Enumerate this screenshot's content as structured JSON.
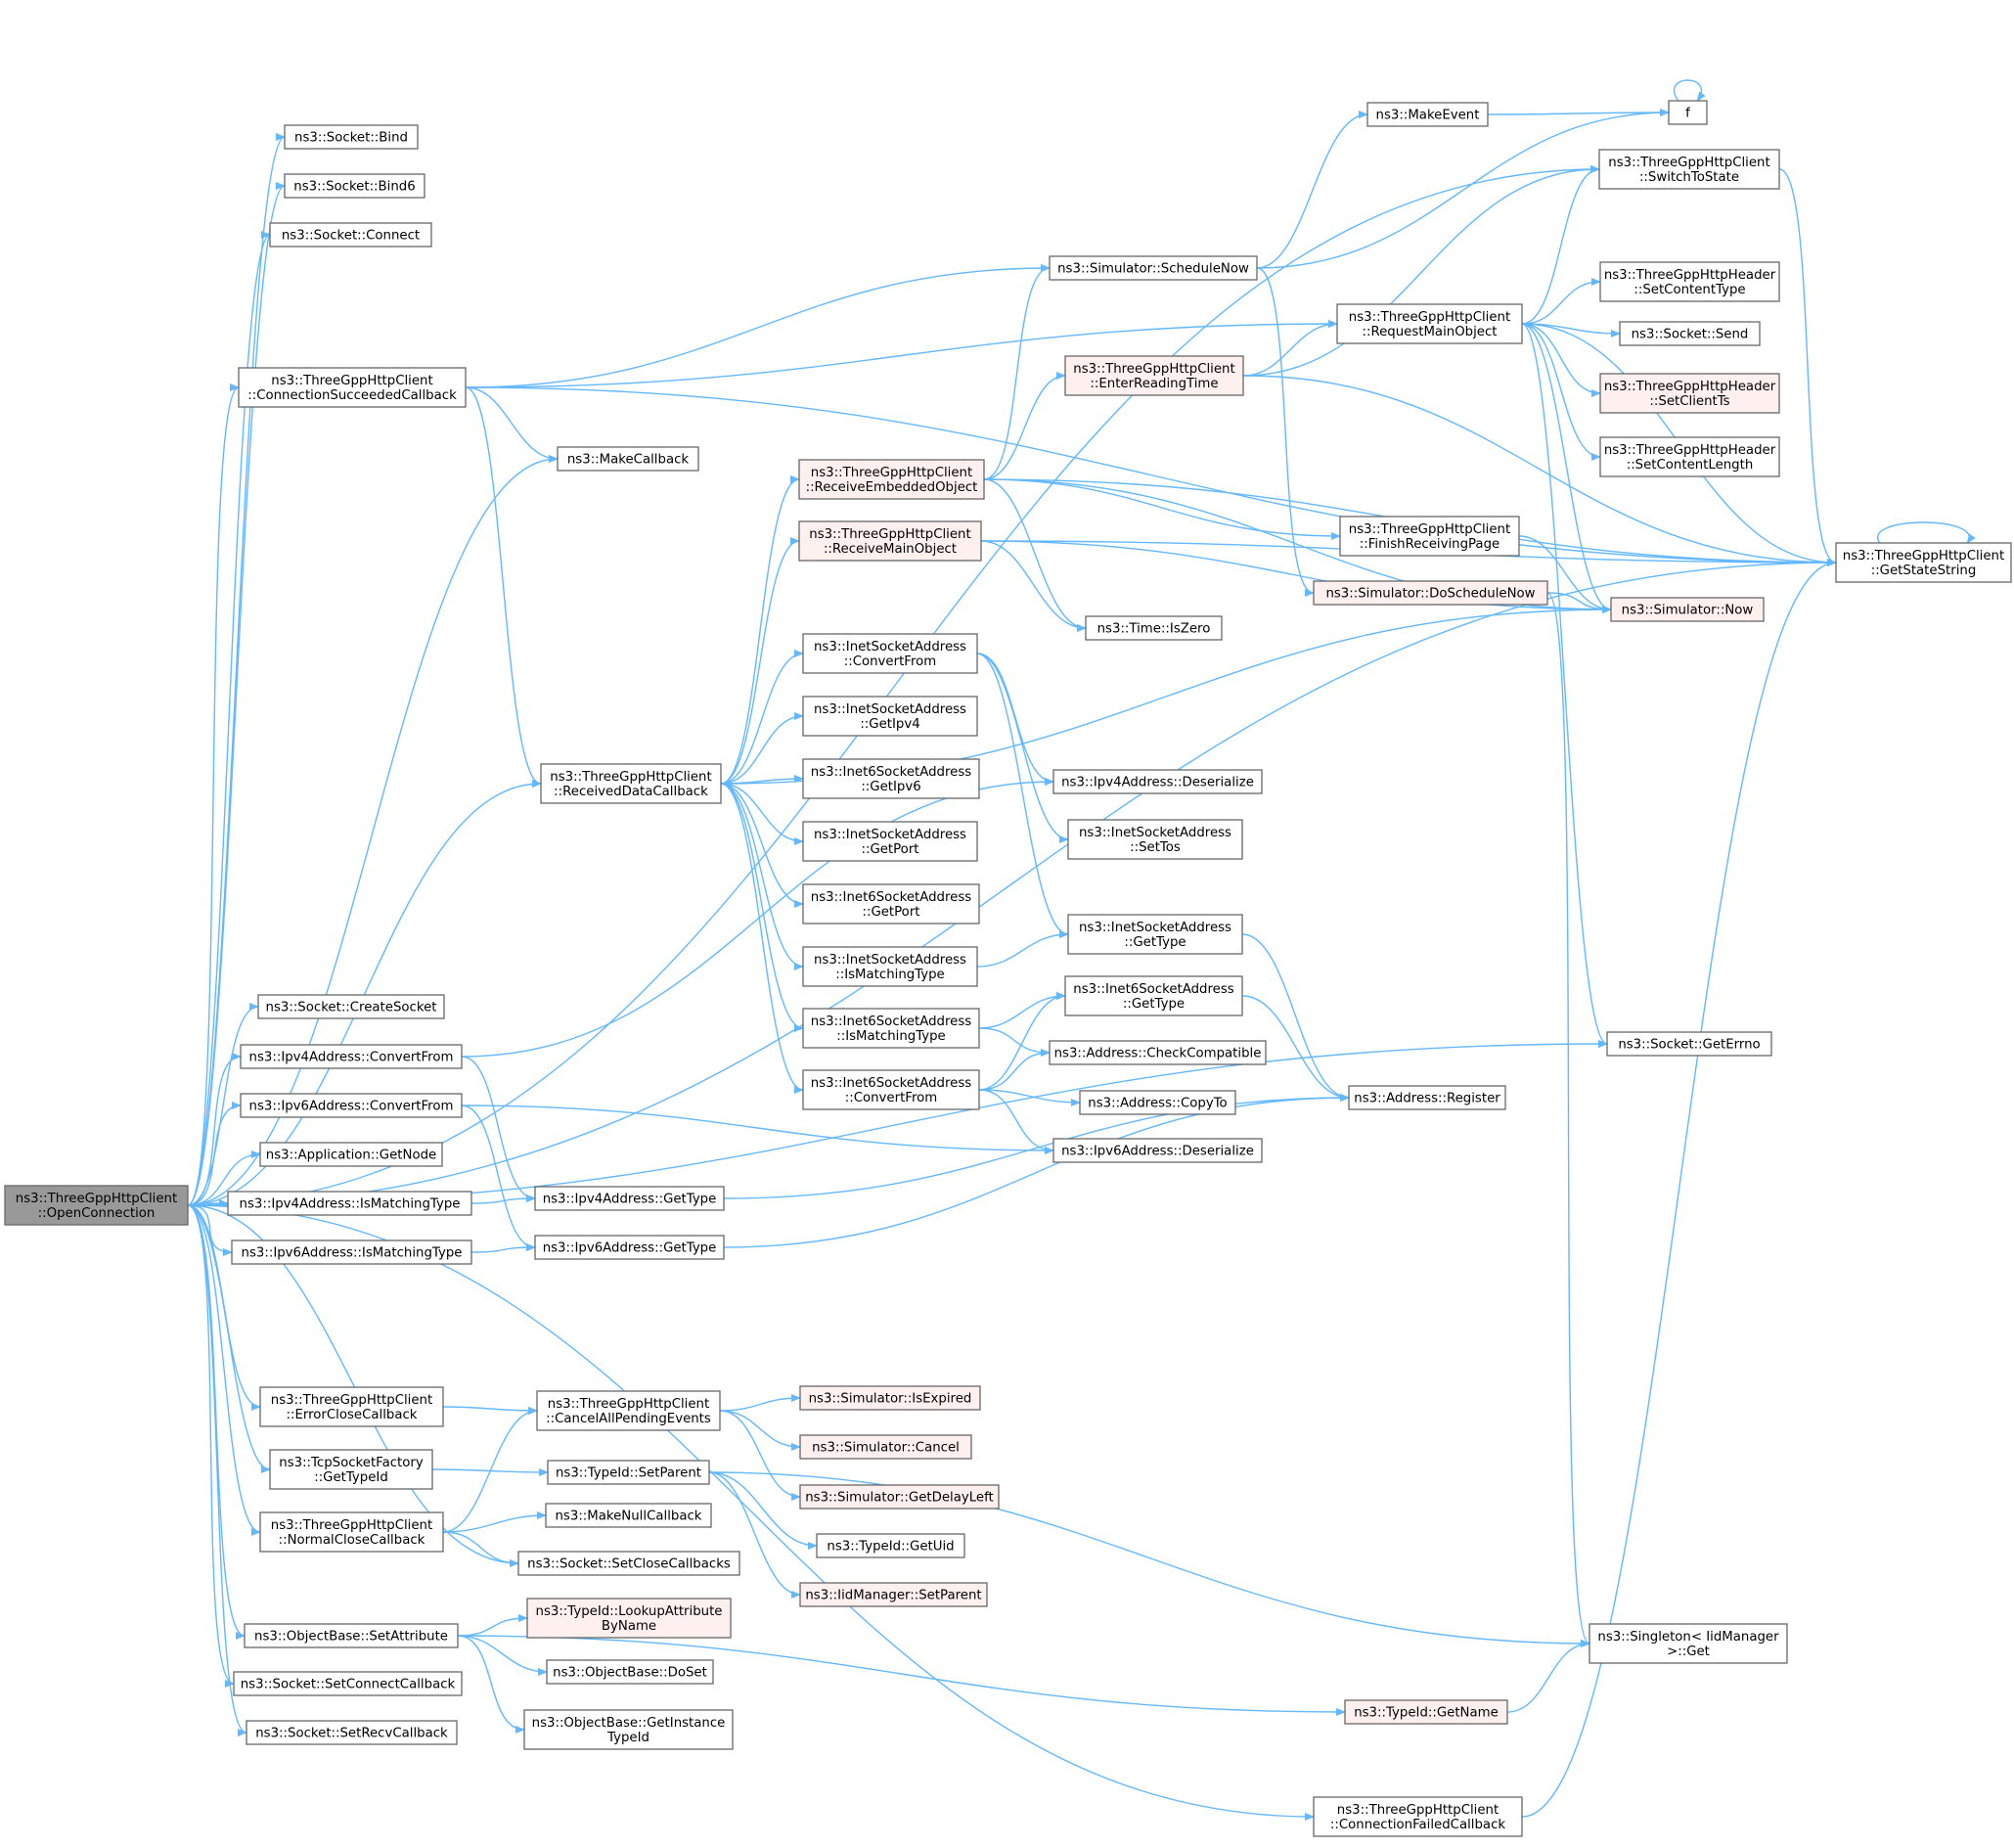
{
  "colors": {
    "edge": "#63b8ff",
    "node_fill": "#ffffff",
    "node_border": "#666666",
    "root_fill": "#999999",
    "root_border": "#666666",
    "truncated_fill": "#fff0f0",
    "truncated_border": "#ff0000"
  },
  "nodes": [
    {
      "id": "open",
      "lines": [
        "ns3::ThreeGppHttpClient",
        "::OpenConnection"
      ],
      "kind": "root"
    },
    {
      "id": "bind",
      "lines": [
        "ns3::Socket::Bind"
      ],
      "kind": "normal"
    },
    {
      "id": "bind6",
      "lines": [
        "ns3::Socket::Bind6"
      ],
      "kind": "normal"
    },
    {
      "id": "connect",
      "lines": [
        "ns3::Socket::Connect"
      ],
      "kind": "normal"
    },
    {
      "id": "connSucc",
      "lines": [
        "ns3::ThreeGppHttpClient",
        "::ConnectionSucceededCallback"
      ],
      "kind": "normal"
    },
    {
      "id": "makeCallback",
      "lines": [
        "ns3::MakeCallback"
      ],
      "kind": "normal"
    },
    {
      "id": "recvData",
      "lines": [
        "ns3::ThreeGppHttpClient",
        "::ReceivedDataCallback"
      ],
      "kind": "normal"
    },
    {
      "id": "createSocket",
      "lines": [
        "ns3::Socket::CreateSocket"
      ],
      "kind": "normal"
    },
    {
      "id": "ipv4Conv",
      "lines": [
        "ns3::Ipv4Address::ConvertFrom"
      ],
      "kind": "normal"
    },
    {
      "id": "ipv6Conv",
      "lines": [
        "ns3::Ipv6Address::ConvertFrom"
      ],
      "kind": "normal"
    },
    {
      "id": "getNode",
      "lines": [
        "ns3::Application::GetNode"
      ],
      "kind": "normal"
    },
    {
      "id": "ipv4IsMatch",
      "lines": [
        "ns3::Ipv4Address::IsMatchingType"
      ],
      "kind": "normal"
    },
    {
      "id": "ipv6IsMatch",
      "lines": [
        "ns3::Ipv6Address::IsMatchingType"
      ],
      "kind": "normal"
    },
    {
      "id": "errClose",
      "lines": [
        "ns3::ThreeGppHttpClient",
        "::ErrorCloseCallback"
      ],
      "kind": "normal"
    },
    {
      "id": "tcpFactory",
      "lines": [
        "ns3::TcpSocketFactory",
        "::GetTypeId"
      ],
      "kind": "normal"
    },
    {
      "id": "normClose",
      "lines": [
        "ns3::ThreeGppHttpClient",
        "::NormalCloseCallback"
      ],
      "kind": "normal"
    },
    {
      "id": "setAttr",
      "lines": [
        "ns3::ObjectBase::SetAttribute"
      ],
      "kind": "normal"
    },
    {
      "id": "setConnCb",
      "lines": [
        "ns3::Socket::SetConnectCallback"
      ],
      "kind": "normal"
    },
    {
      "id": "setRecvCb",
      "lines": [
        "ns3::Socket::SetRecvCallback"
      ],
      "kind": "normal"
    },
    {
      "id": "recvEmb",
      "lines": [
        "ns3::ThreeGppHttpClient",
        "::ReceiveEmbeddedObject"
      ],
      "kind": "truncated"
    },
    {
      "id": "recvMain",
      "lines": [
        "ns3::ThreeGppHttpClient",
        "::ReceiveMainObject"
      ],
      "kind": "truncated"
    },
    {
      "id": "inetConv",
      "lines": [
        "ns3::InetSocketAddress",
        "::ConvertFrom"
      ],
      "kind": "normal"
    },
    {
      "id": "inetGetIpv4",
      "lines": [
        "ns3::InetSocketAddress",
        "::GetIpv4"
      ],
      "kind": "normal"
    },
    {
      "id": "inet6GetIpv6",
      "lines": [
        "ns3::Inet6SocketAddress",
        "::GetIpv6"
      ],
      "kind": "normal"
    },
    {
      "id": "inetGetPort",
      "lines": [
        "ns3::InetSocketAddress",
        "::GetPort"
      ],
      "kind": "normal"
    },
    {
      "id": "inet6GetPort",
      "lines": [
        "ns3::Inet6SocketAddress",
        "::GetPort"
      ],
      "kind": "normal"
    },
    {
      "id": "inetIsMatch",
      "lines": [
        "ns3::InetSocketAddress",
        "::IsMatchingType"
      ],
      "kind": "normal"
    },
    {
      "id": "inet6IsMatch",
      "lines": [
        "ns3::Inet6SocketAddress",
        "::IsMatchingType"
      ],
      "kind": "normal"
    },
    {
      "id": "inet6Conv",
      "lines": [
        "ns3::Inet6SocketAddress",
        "::ConvertFrom"
      ],
      "kind": "normal"
    },
    {
      "id": "ipv4GetType",
      "lines": [
        "ns3::Ipv4Address::GetType"
      ],
      "kind": "normal"
    },
    {
      "id": "ipv6GetType",
      "lines": [
        "ns3::Ipv6Address::GetType"
      ],
      "kind": "normal"
    },
    {
      "id": "cancelAll",
      "lines": [
        "ns3::ThreeGppHttpClient",
        "::CancelAllPendingEvents"
      ],
      "kind": "normal"
    },
    {
      "id": "typeSetParent",
      "lines": [
        "ns3::TypeId::SetParent"
      ],
      "kind": "normal"
    },
    {
      "id": "makeNullCb",
      "lines": [
        "ns3::MakeNullCallback"
      ],
      "kind": "normal"
    },
    {
      "id": "setCloseCbs",
      "lines": [
        "ns3::Socket::SetCloseCallbacks"
      ],
      "kind": "normal"
    },
    {
      "id": "lookupAttr",
      "lines": [
        "ns3::TypeId::LookupAttribute",
        "ByName"
      ],
      "kind": "truncated"
    },
    {
      "id": "doSet",
      "lines": [
        "ns3::ObjectBase::DoSet"
      ],
      "kind": "normal"
    },
    {
      "id": "getInstTypeId",
      "lines": [
        "ns3::ObjectBase::GetInstance",
        "TypeId"
      ],
      "kind": "normal"
    },
    {
      "id": "schedNow",
      "lines": [
        "ns3::Simulator::ScheduleNow"
      ],
      "kind": "normal"
    },
    {
      "id": "makeEvent",
      "lines": [
        "ns3::MakeEvent"
      ],
      "kind": "normal"
    },
    {
      "id": "enterRead",
      "lines": [
        "ns3::ThreeGppHttpClient",
        "::EnterReadingTime"
      ],
      "kind": "truncated"
    },
    {
      "id": "finishRecv",
      "lines": [
        "ns3::ThreeGppHttpClient",
        "::FinishReceivingPage"
      ],
      "kind": "normal"
    },
    {
      "id": "doSchedNow",
      "lines": [
        "ns3::Simulator::DoScheduleNow"
      ],
      "kind": "truncated"
    },
    {
      "id": "isZero",
      "lines": [
        "ns3::Time::IsZero"
      ],
      "kind": "normal"
    },
    {
      "id": "ipv4Deser",
      "lines": [
        "ns3::Ipv4Address::Deserialize"
      ],
      "kind": "normal"
    },
    {
      "id": "inetSetTos",
      "lines": [
        "ns3::InetSocketAddress",
        "::SetTos"
      ],
      "kind": "normal"
    },
    {
      "id": "inetGetType",
      "lines": [
        "ns3::InetSocketAddress",
        "::GetType"
      ],
      "kind": "normal"
    },
    {
      "id": "inet6GetType",
      "lines": [
        "ns3::Inet6SocketAddress",
        "::GetType"
      ],
      "kind": "normal"
    },
    {
      "id": "checkCompat",
      "lines": [
        "ns3::Address::CheckCompatible"
      ],
      "kind": "normal"
    },
    {
      "id": "copyTo",
      "lines": [
        "ns3::Address::CopyTo"
      ],
      "kind": "normal"
    },
    {
      "id": "ipv6Deser",
      "lines": [
        "ns3::Ipv6Address::Deserialize"
      ],
      "kind": "normal"
    },
    {
      "id": "isExpired",
      "lines": [
        "ns3::Simulator::IsExpired"
      ],
      "kind": "truncated"
    },
    {
      "id": "simCancel",
      "lines": [
        "ns3::Simulator::Cancel"
      ],
      "kind": "truncated"
    },
    {
      "id": "getDelayLeft",
      "lines": [
        "ns3::Simulator::GetDelayLeft"
      ],
      "kind": "truncated"
    },
    {
      "id": "getUid",
      "lines": [
        "ns3::TypeId::GetUid"
      ],
      "kind": "normal"
    },
    {
      "id": "iidSetParent",
      "lines": [
        "ns3::IidManager::SetParent"
      ],
      "kind": "truncated"
    },
    {
      "id": "typeGetName",
      "lines": [
        "ns3::TypeId::GetName"
      ],
      "kind": "truncated"
    },
    {
      "id": "connFailed",
      "lines": [
        "ns3::ThreeGppHttpClient",
        "::ConnectionFailedCallback"
      ],
      "kind": "normal"
    },
    {
      "id": "f",
      "lines": [
        "f"
      ],
      "kind": "normal"
    },
    {
      "id": "reqMain",
      "lines": [
        "ns3::ThreeGppHttpClient",
        "::RequestMainObject"
      ],
      "kind": "normal"
    },
    {
      "id": "simNow",
      "lines": [
        "ns3::Simulator::Now"
      ],
      "kind": "truncated"
    },
    {
      "id": "addrRegister",
      "lines": [
        "ns3::Address::Register"
      ],
      "kind": "normal"
    },
    {
      "id": "switchState",
      "lines": [
        "ns3::ThreeGppHttpClient",
        "::SwitchToState"
      ],
      "kind": "normal"
    },
    {
      "id": "setContentType",
      "lines": [
        "ns3::ThreeGppHttpHeader",
        "::SetContentType"
      ],
      "kind": "normal"
    },
    {
      "id": "sockSend",
      "lines": [
        "ns3::Socket::Send"
      ],
      "kind": "normal"
    },
    {
      "id": "setClientTs",
      "lines": [
        "ns3::ThreeGppHttpHeader",
        "::SetClientTs"
      ],
      "kind": "truncated"
    },
    {
      "id": "setContentLen",
      "lines": [
        "ns3::ThreeGppHttpHeader",
        "::SetContentLength"
      ],
      "kind": "normal"
    },
    {
      "id": "getStateStr",
      "lines": [
        "ns3::ThreeGppHttpClient",
        "::GetStateString"
      ],
      "kind": "normal"
    },
    {
      "id": "getErrno",
      "lines": [
        "ns3::Socket::GetErrno"
      ],
      "kind": "normal"
    },
    {
      "id": "singletonGet",
      "lines": [
        "ns3::Singleton< IidManager",
        ">::Get"
      ],
      "kind": "normal"
    }
  ],
  "edges": [
    [
      "open",
      "bind"
    ],
    [
      "open",
      "bind6"
    ],
    [
      "open",
      "connect"
    ],
    [
      "open",
      "switchState"
    ],
    [
      "open",
      "connSucc"
    ],
    [
      "open",
      "makeCallback"
    ],
    [
      "open",
      "recvData"
    ],
    [
      "open",
      "createSocket"
    ],
    [
      "open",
      "ipv4Conv"
    ],
    [
      "open",
      "ipv6Conv"
    ],
    [
      "open",
      "getNode"
    ],
    [
      "open",
      "ipv4IsMatch"
    ],
    [
      "open",
      "ipv6IsMatch"
    ],
    [
      "open",
      "getErrno"
    ],
    [
      "open",
      "getStateStr"
    ],
    [
      "open",
      "errClose"
    ],
    [
      "open",
      "tcpFactory"
    ],
    [
      "open",
      "normClose"
    ],
    [
      "open",
      "setCloseCbs"
    ],
    [
      "open",
      "setAttr"
    ],
    [
      "open",
      "setConnCb"
    ],
    [
      "open",
      "setRecvCb"
    ],
    [
      "open",
      "connFailed"
    ],
    [
      "connSucc",
      "getStateStr"
    ],
    [
      "connSucc",
      "schedNow"
    ],
    [
      "connSucc",
      "reqMain"
    ],
    [
      "connSucc",
      "makeCallback"
    ],
    [
      "connSucc",
      "recvData"
    ],
    [
      "recvData",
      "recvEmb"
    ],
    [
      "recvData",
      "recvMain"
    ],
    [
      "recvData",
      "inetConv"
    ],
    [
      "recvData",
      "inetGetIpv4"
    ],
    [
      "recvData",
      "inet6GetIpv6"
    ],
    [
      "recvData",
      "inetGetPort"
    ],
    [
      "recvData",
      "inet6GetPort"
    ],
    [
      "recvData",
      "inetIsMatch"
    ],
    [
      "recvData",
      "inet6IsMatch"
    ],
    [
      "recvData",
      "inet6Conv"
    ],
    [
      "recvData",
      "simNow"
    ],
    [
      "recvEmb",
      "schedNow"
    ],
    [
      "recvEmb",
      "enterRead"
    ],
    [
      "recvEmb",
      "finishRecv"
    ],
    [
      "recvEmb",
      "isZero"
    ],
    [
      "recvEmb",
      "simNow"
    ],
    [
      "recvEmb",
      "getStateStr"
    ],
    [
      "recvMain",
      "isZero"
    ],
    [
      "recvMain",
      "simNow"
    ],
    [
      "recvMain",
      "getStateStr"
    ],
    [
      "schedNow",
      "makeEvent"
    ],
    [
      "schedNow",
      "f"
    ],
    [
      "schedNow",
      "doSchedNow"
    ],
    [
      "makeEvent",
      "f"
    ],
    [
      "f",
      "f"
    ],
    [
      "enterRead",
      "switchState"
    ],
    [
      "enterRead",
      "reqMain"
    ],
    [
      "enterRead",
      "getStateStr"
    ],
    [
      "reqMain",
      "switchState"
    ],
    [
      "reqMain",
      "getStateStr"
    ],
    [
      "reqMain",
      "setContentType"
    ],
    [
      "reqMain",
      "sockSend"
    ],
    [
      "reqMain",
      "setClientTs"
    ],
    [
      "reqMain",
      "setContentLen"
    ],
    [
      "reqMain",
      "simNow"
    ],
    [
      "reqMain",
      "getErrno"
    ],
    [
      "finishRecv",
      "simNow"
    ],
    [
      "doSchedNow",
      "simNow"
    ],
    [
      "doSchedNow",
      "singletonGet"
    ],
    [
      "switchState",
      "getStateStr"
    ],
    [
      "getStateStr",
      "getStateStr"
    ],
    [
      "inetConv",
      "ipv4Deser"
    ],
    [
      "inetConv",
      "inetSetTos"
    ],
    [
      "inetConv",
      "inetGetType"
    ],
    [
      "inetIsMatch",
      "inetGetType"
    ],
    [
      "inet6IsMatch",
      "inet6GetType"
    ],
    [
      "inet6IsMatch",
      "checkCompat"
    ],
    [
      "inet6Conv",
      "inet6GetType"
    ],
    [
      "inet6Conv",
      "checkCompat"
    ],
    [
      "inet6Conv",
      "copyTo"
    ],
    [
      "inet6Conv",
      "ipv6Deser"
    ],
    [
      "inetGetType",
      "addrRegister"
    ],
    [
      "inet6GetType",
      "addrRegister"
    ],
    [
      "ipv4Conv",
      "ipv4Deser"
    ],
    [
      "ipv4Conv",
      "ipv4GetType"
    ],
    [
      "ipv6Conv",
      "ipv6Deser"
    ],
    [
      "ipv6Conv",
      "ipv6GetType"
    ],
    [
      "ipv4IsMatch",
      "ipv4GetType"
    ],
    [
      "ipv6IsMatch",
      "ipv6GetType"
    ],
    [
      "ipv4GetType",
      "addrRegister"
    ],
    [
      "ipv6GetType",
      "addrRegister"
    ],
    [
      "errClose",
      "cancelAll"
    ],
    [
      "tcpFactory",
      "typeSetParent"
    ],
    [
      "normClose",
      "cancelAll"
    ],
    [
      "normClose",
      "makeNullCb"
    ],
    [
      "normClose",
      "setCloseCbs"
    ],
    [
      "cancelAll",
      "isExpired"
    ],
    [
      "cancelAll",
      "simCancel"
    ],
    [
      "cancelAll",
      "getDelayLeft"
    ],
    [
      "typeSetParent",
      "getUid"
    ],
    [
      "typeSetParent",
      "iidSetParent"
    ],
    [
      "typeSetParent",
      "singletonGet"
    ],
    [
      "setAttr",
      "lookupAttr"
    ],
    [
      "setAttr",
      "doSet"
    ],
    [
      "setAttr",
      "getInstTypeId"
    ],
    [
      "setAttr",
      "typeGetName"
    ],
    [
      "typeGetName",
      "singletonGet"
    ],
    [
      "connFailed",
      "getStateStr"
    ]
  ]
}
